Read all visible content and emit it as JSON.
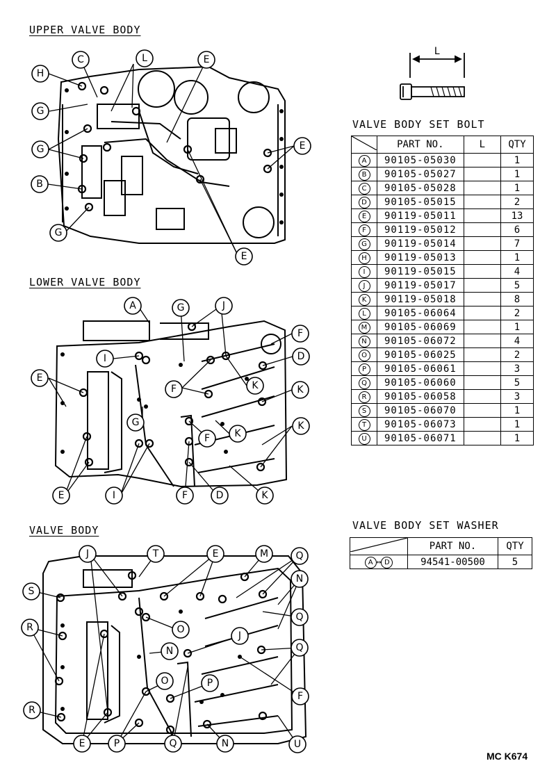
{
  "sections": {
    "upper": "UPPER VALVE BODY",
    "lower": "LOWER VALVE BODY",
    "valve": "VALVE BODY"
  },
  "bolt_illustration": {
    "dimension_label": "L"
  },
  "bolt_table": {
    "title": "VALVE BODY SET BOLT",
    "headers": [
      "PART NO.",
      "L",
      "QTY"
    ],
    "rows": [
      {
        "key": "A",
        "part": "90105-05030",
        "l": "",
        "qty": "1"
      },
      {
        "key": "B",
        "part": "90105-05027",
        "l": "",
        "qty": "1"
      },
      {
        "key": "C",
        "part": "90105-05028",
        "l": "",
        "qty": "1"
      },
      {
        "key": "D",
        "part": "90105-05015",
        "l": "",
        "qty": "2"
      },
      {
        "key": "E",
        "part": "90119-05011",
        "l": "",
        "qty": "13"
      },
      {
        "key": "F",
        "part": "90119-05012",
        "l": "",
        "qty": "6"
      },
      {
        "key": "G",
        "part": "90119-05014",
        "l": "",
        "qty": "7"
      },
      {
        "key": "H",
        "part": "90119-05013",
        "l": "",
        "qty": "1"
      },
      {
        "key": "I",
        "part": "90119-05015",
        "l": "",
        "qty": "4"
      },
      {
        "key": "J",
        "part": "90119-05017",
        "l": "",
        "qty": "5"
      },
      {
        "key": "K",
        "part": "90119-05018",
        "l": "",
        "qty": "8"
      },
      {
        "key": "L",
        "part": "90105-06064",
        "l": "",
        "qty": "2"
      },
      {
        "key": "M",
        "part": "90105-06069",
        "l": "",
        "qty": "1"
      },
      {
        "key": "N",
        "part": "90105-06072",
        "l": "",
        "qty": "4"
      },
      {
        "key": "O",
        "part": "90105-06025",
        "l": "",
        "qty": "2"
      },
      {
        "key": "P",
        "part": "90105-06061",
        "l": "",
        "qty": "3"
      },
      {
        "key": "Q",
        "part": "90105-06060",
        "l": "",
        "qty": "5"
      },
      {
        "key": "R",
        "part": "90105-06058",
        "l": "",
        "qty": "3"
      },
      {
        "key": "S",
        "part": "90105-06070",
        "l": "",
        "qty": "1"
      },
      {
        "key": "T",
        "part": "90105-06073",
        "l": "",
        "qty": "1"
      },
      {
        "key": "U",
        "part": "90105-06071",
        "l": "",
        "qty": "1"
      }
    ]
  },
  "washer_table": {
    "title": "VALVE BODY SET WASHER",
    "headers": [
      "PART NO.",
      "QTY"
    ],
    "row": {
      "key_from": "A",
      "key_to": "D",
      "part": "94541-00500",
      "qty": "5"
    }
  },
  "callouts": {
    "upper": [
      "C",
      "L",
      "E",
      "H",
      "G",
      "G",
      "E",
      "B",
      "G",
      "E"
    ],
    "lower": [
      "A",
      "G",
      "J",
      "F",
      "I",
      "D",
      "E",
      "F",
      "K",
      "K",
      "G",
      "F",
      "K",
      "K",
      "E",
      "I",
      "F",
      "D",
      "K"
    ],
    "valve": [
      "J",
      "T",
      "E",
      "M",
      "Q",
      "S",
      "N",
      "O",
      "R",
      "N",
      "Q",
      "J",
      "Q",
      "O",
      "P",
      "F",
      "R",
      "E",
      "P",
      "Q",
      "N",
      "U"
    ]
  },
  "footer": "MC  K674"
}
